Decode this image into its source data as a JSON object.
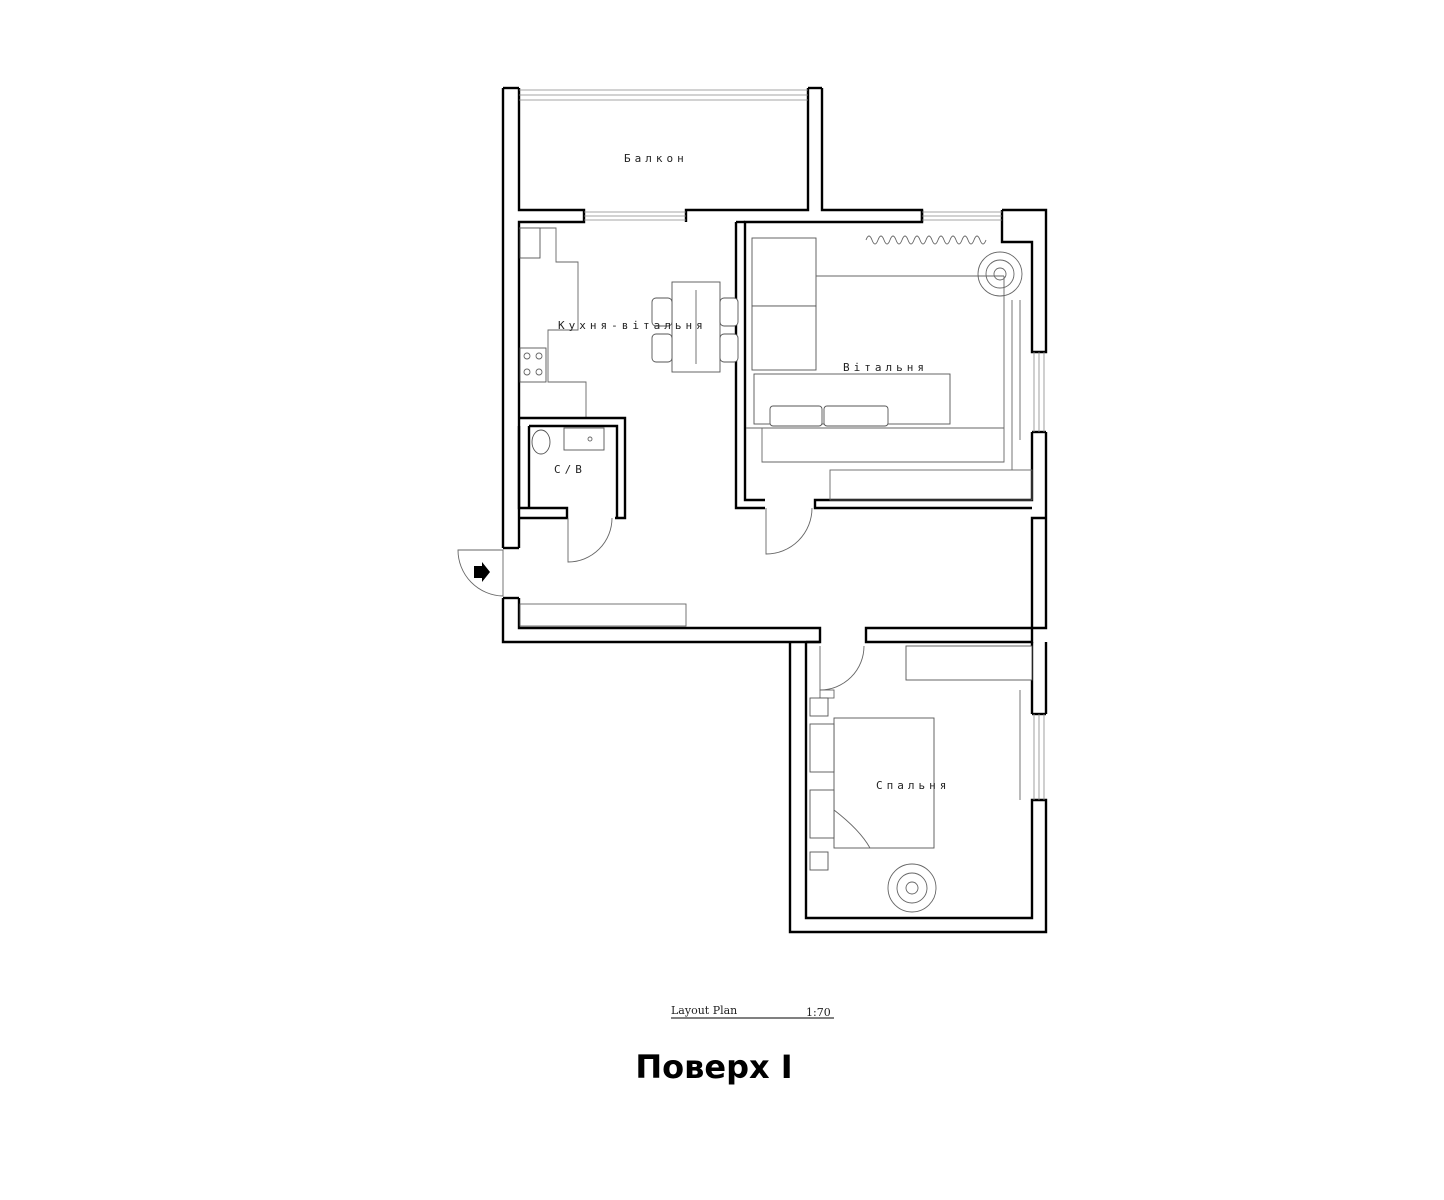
{
  "rooms": {
    "balcony": "Балкон",
    "kitchen_living": "Кухня-вітальня",
    "living_room": "Вітальня",
    "bathroom": "С/В",
    "bedroom": "Спальня"
  },
  "plan": {
    "name": "Layout Plan",
    "scale": "1:70"
  },
  "floor_title": "Поверх I"
}
